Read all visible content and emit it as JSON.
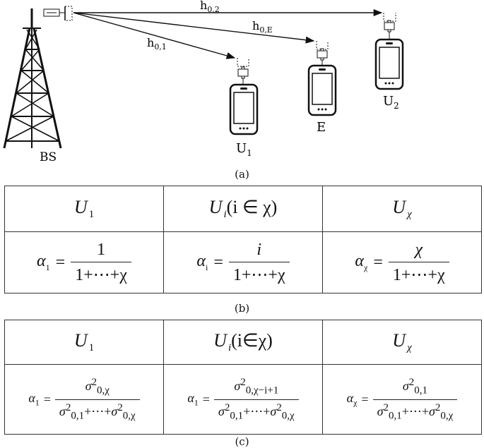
{
  "diagram": {
    "bs_label": "BS",
    "channels": [
      {
        "id": "h02",
        "main": "h",
        "sub": "0,2"
      },
      {
        "id": "h0E",
        "main": "h",
        "sub": "0,E"
      },
      {
        "id": "h01",
        "main": "h",
        "sub": "0,1"
      }
    ],
    "users": [
      {
        "id": "U1",
        "main": "U",
        "sub": "1"
      },
      {
        "id": "E",
        "main": "E",
        "sub": ""
      },
      {
        "id": "U2",
        "main": "U",
        "sub": "2"
      }
    ],
    "caption": "(a)"
  },
  "table_b": {
    "headers": [
      {
        "main": "U",
        "sub": "1"
      },
      {
        "main": "U",
        "sub": "i",
        "cond": "(i ∈ χ)"
      },
      {
        "main": "U",
        "sub": "χ"
      }
    ],
    "formulas": [
      {
        "lhs": "α",
        "lhs_sub": "1",
        "num": "1",
        "den": "1+⋯+χ"
      },
      {
        "lhs": "α",
        "lhs_sub": "i",
        "num": "i",
        "den": "1+⋯+χ"
      },
      {
        "lhs": "α",
        "lhs_sub": "χ",
        "num": "χ",
        "den": "1+⋯+χ"
      }
    ],
    "caption": "(b)"
  },
  "table_c": {
    "headers": [
      {
        "main": "U",
        "sub": "1"
      },
      {
        "main": "U",
        "sub": "i",
        "cond": "(i∈χ)"
      },
      {
        "main": "U",
        "sub": "χ"
      }
    ],
    "formulas": [
      {
        "lhs": "α",
        "lhs_sub": "1",
        "num_sub": "0,χ",
        "den_a": "0,1",
        "den_b": "0,χ"
      },
      {
        "lhs": "α",
        "lhs_sub": "1",
        "num_sub": "0,χ−i+1",
        "den_a": "0,1",
        "den_b": "0,χ"
      },
      {
        "lhs": "α",
        "lhs_sub": "χ",
        "num_sub": "0,1",
        "den_a": "0,1",
        "den_b": "0,χ"
      }
    ],
    "sigma": "σ",
    "power": "2",
    "plus_dots": "+⋯+",
    "equals": "=",
    "caption": "(c)"
  }
}
